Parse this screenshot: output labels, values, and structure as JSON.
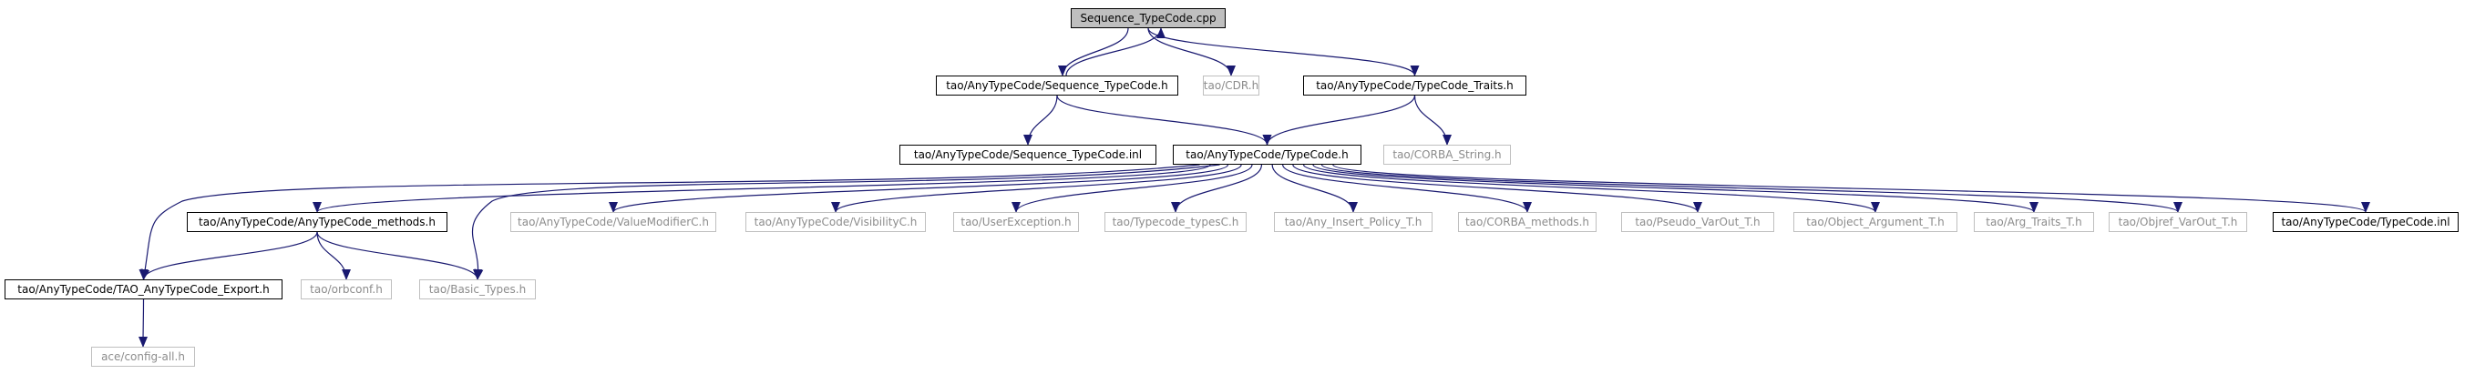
{
  "colors": {
    "edge": "#191970",
    "root_fill": "#bfbfbf",
    "internal_border": "#000000",
    "external_border": "#bfbfbf",
    "external_text": "#8c8c8c"
  },
  "nodes": [
    {
      "id": "seq_cpp",
      "label": "Sequence_TypeCode.cpp",
      "kind": "root"
    },
    {
      "id": "seq_h",
      "label": "tao/AnyTypeCode/Sequence_TypeCode.h",
      "kind": "internal"
    },
    {
      "id": "cdr_h",
      "label": "tao/CDR.h",
      "kind": "external"
    },
    {
      "id": "traits_h",
      "label": "tao/AnyTypeCode/TypeCode_Traits.h",
      "kind": "internal"
    },
    {
      "id": "seq_inl",
      "label": "tao/AnyTypeCode/Sequence_TypeCode.inl",
      "kind": "internal"
    },
    {
      "id": "tc_h",
      "label": "tao/AnyTypeCode/TypeCode.h",
      "kind": "internal"
    },
    {
      "id": "corba_string",
      "label": "tao/CORBA_String.h",
      "kind": "external"
    },
    {
      "id": "atc_methods",
      "label": "tao/AnyTypeCode/AnyTypeCode_methods.h",
      "kind": "internal"
    },
    {
      "id": "valuemod",
      "label": "tao/AnyTypeCode/ValueModifierC.h",
      "kind": "external"
    },
    {
      "id": "visibility",
      "label": "tao/AnyTypeCode/VisibilityC.h",
      "kind": "external"
    },
    {
      "id": "userexc",
      "label": "tao/UserException.h",
      "kind": "external"
    },
    {
      "id": "tc_typesc",
      "label": "tao/Typecode_typesC.h",
      "kind": "external"
    },
    {
      "id": "any_insert",
      "label": "tao/Any_Insert_Policy_T.h",
      "kind": "external"
    },
    {
      "id": "corba_methods",
      "label": "tao/CORBA_methods.h",
      "kind": "external"
    },
    {
      "id": "pseudo_varout",
      "label": "tao/Pseudo_VarOut_T.h",
      "kind": "external"
    },
    {
      "id": "obj_arg",
      "label": "tao/Object_Argument_T.h",
      "kind": "external"
    },
    {
      "id": "arg_traits",
      "label": "tao/Arg_Traits_T.h",
      "kind": "external"
    },
    {
      "id": "objref_varout",
      "label": "tao/Objref_VarOut_T.h",
      "kind": "external"
    },
    {
      "id": "tc_inl",
      "label": "tao/AnyTypeCode/TypeCode.inl",
      "kind": "internal"
    },
    {
      "id": "tao_export",
      "label": "tao/AnyTypeCode/TAO_AnyTypeCode_Export.h",
      "kind": "internal"
    },
    {
      "id": "orbconf",
      "label": "tao/orbconf.h",
      "kind": "external"
    },
    {
      "id": "basic_types",
      "label": "tao/Basic_Types.h",
      "kind": "external"
    },
    {
      "id": "config_all",
      "label": "ace/config-all.h",
      "kind": "external"
    }
  ],
  "edges": [
    {
      "from": "seq_cpp",
      "to": "seq_h"
    },
    {
      "from": "seq_h",
      "to": "seq_cpp"
    },
    {
      "from": "seq_cpp",
      "to": "cdr_h"
    },
    {
      "from": "seq_cpp",
      "to": "traits_h"
    },
    {
      "from": "seq_h",
      "to": "seq_inl"
    },
    {
      "from": "seq_h",
      "to": "tc_h"
    },
    {
      "from": "traits_h",
      "to": "tc_h"
    },
    {
      "from": "traits_h",
      "to": "corba_string"
    },
    {
      "from": "tc_h",
      "to": "tao_export"
    },
    {
      "from": "tc_h",
      "to": "atc_methods"
    },
    {
      "from": "tc_h",
      "to": "basic_types"
    },
    {
      "from": "tc_h",
      "to": "valuemod"
    },
    {
      "from": "tc_h",
      "to": "visibility"
    },
    {
      "from": "tc_h",
      "to": "userexc"
    },
    {
      "from": "tc_h",
      "to": "tc_typesc"
    },
    {
      "from": "tc_h",
      "to": "any_insert"
    },
    {
      "from": "tc_h",
      "to": "corba_methods"
    },
    {
      "from": "tc_h",
      "to": "pseudo_varout"
    },
    {
      "from": "tc_h",
      "to": "obj_arg"
    },
    {
      "from": "tc_h",
      "to": "arg_traits"
    },
    {
      "from": "tc_h",
      "to": "objref_varout"
    },
    {
      "from": "tc_h",
      "to": "tc_inl"
    },
    {
      "from": "atc_methods",
      "to": "tao_export"
    },
    {
      "from": "atc_methods",
      "to": "orbconf"
    },
    {
      "from": "atc_methods",
      "to": "basic_types"
    },
    {
      "from": "tao_export",
      "to": "config_all"
    }
  ]
}
